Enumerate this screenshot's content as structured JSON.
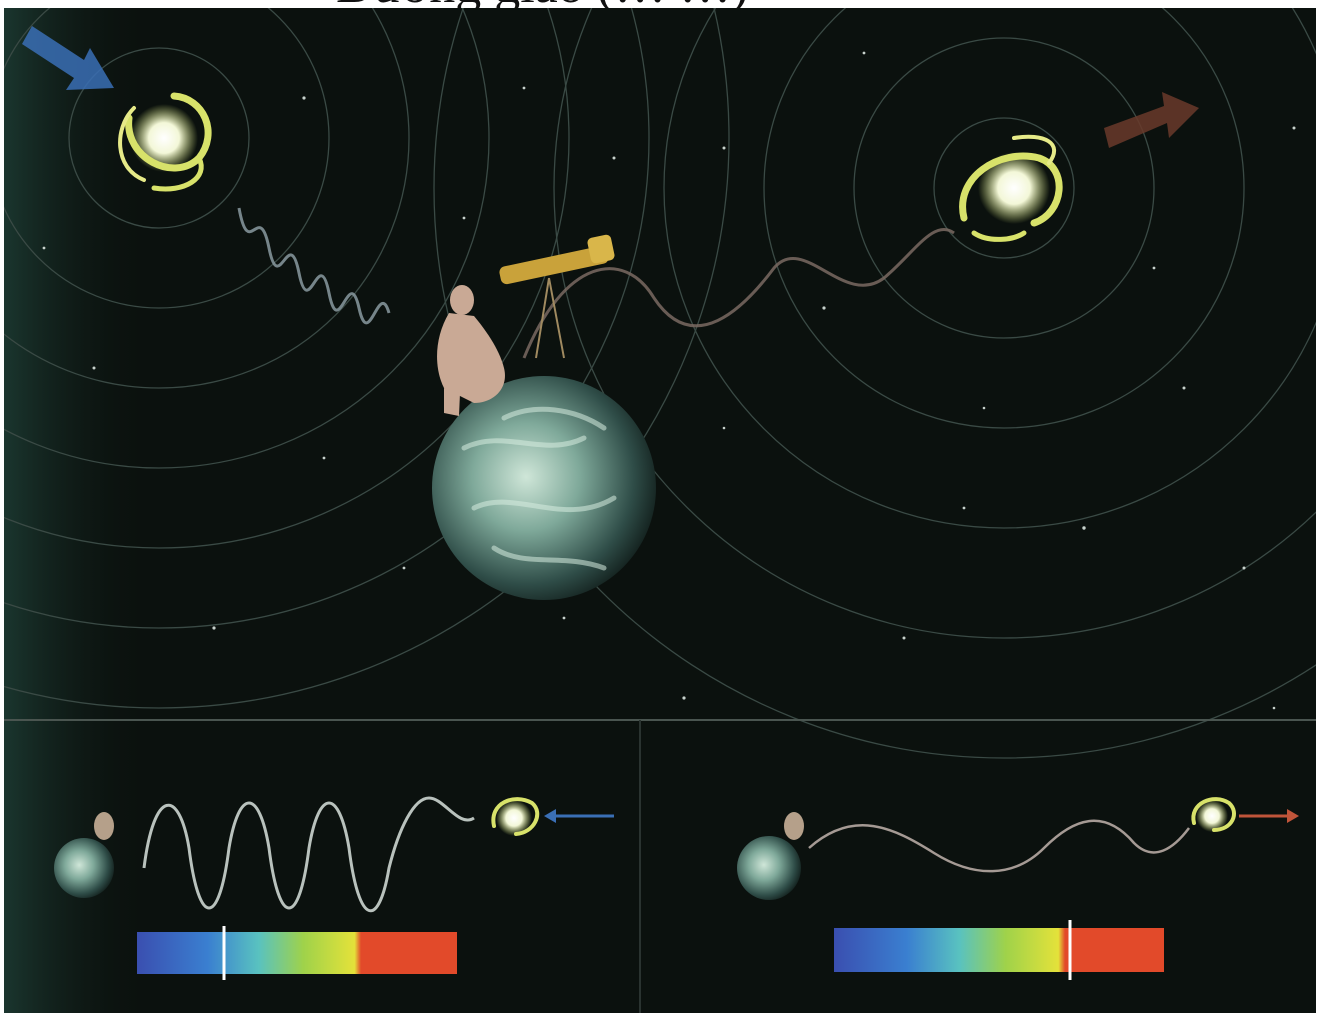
{
  "caption": {
    "text": "Đường giao (… …)"
  },
  "scene": {
    "background": "#0a0f0c",
    "main_panel": {
      "left_galaxy_motion": "approaching",
      "right_galaxy_motion": "receding",
      "left_arrow_color": "#3a6fb5",
      "right_arrow_color": "#6a3a2a"
    },
    "lower_left": {
      "title": "blueshift",
      "marker_color": "#ffffff",
      "spectrum_stops": [
        "#3a4fb0",
        "#3a7fd0",
        "#59c2c0",
        "#9fd24a",
        "#e4e23a",
        "#e24a2a"
      ]
    },
    "lower_right": {
      "title": "redshift",
      "marker_color": "#ffffff",
      "spectrum_stops": [
        "#3a4fb0",
        "#3a7fd0",
        "#59c2c0",
        "#9fd24a",
        "#e4e23a",
        "#e24a2a"
      ]
    }
  }
}
